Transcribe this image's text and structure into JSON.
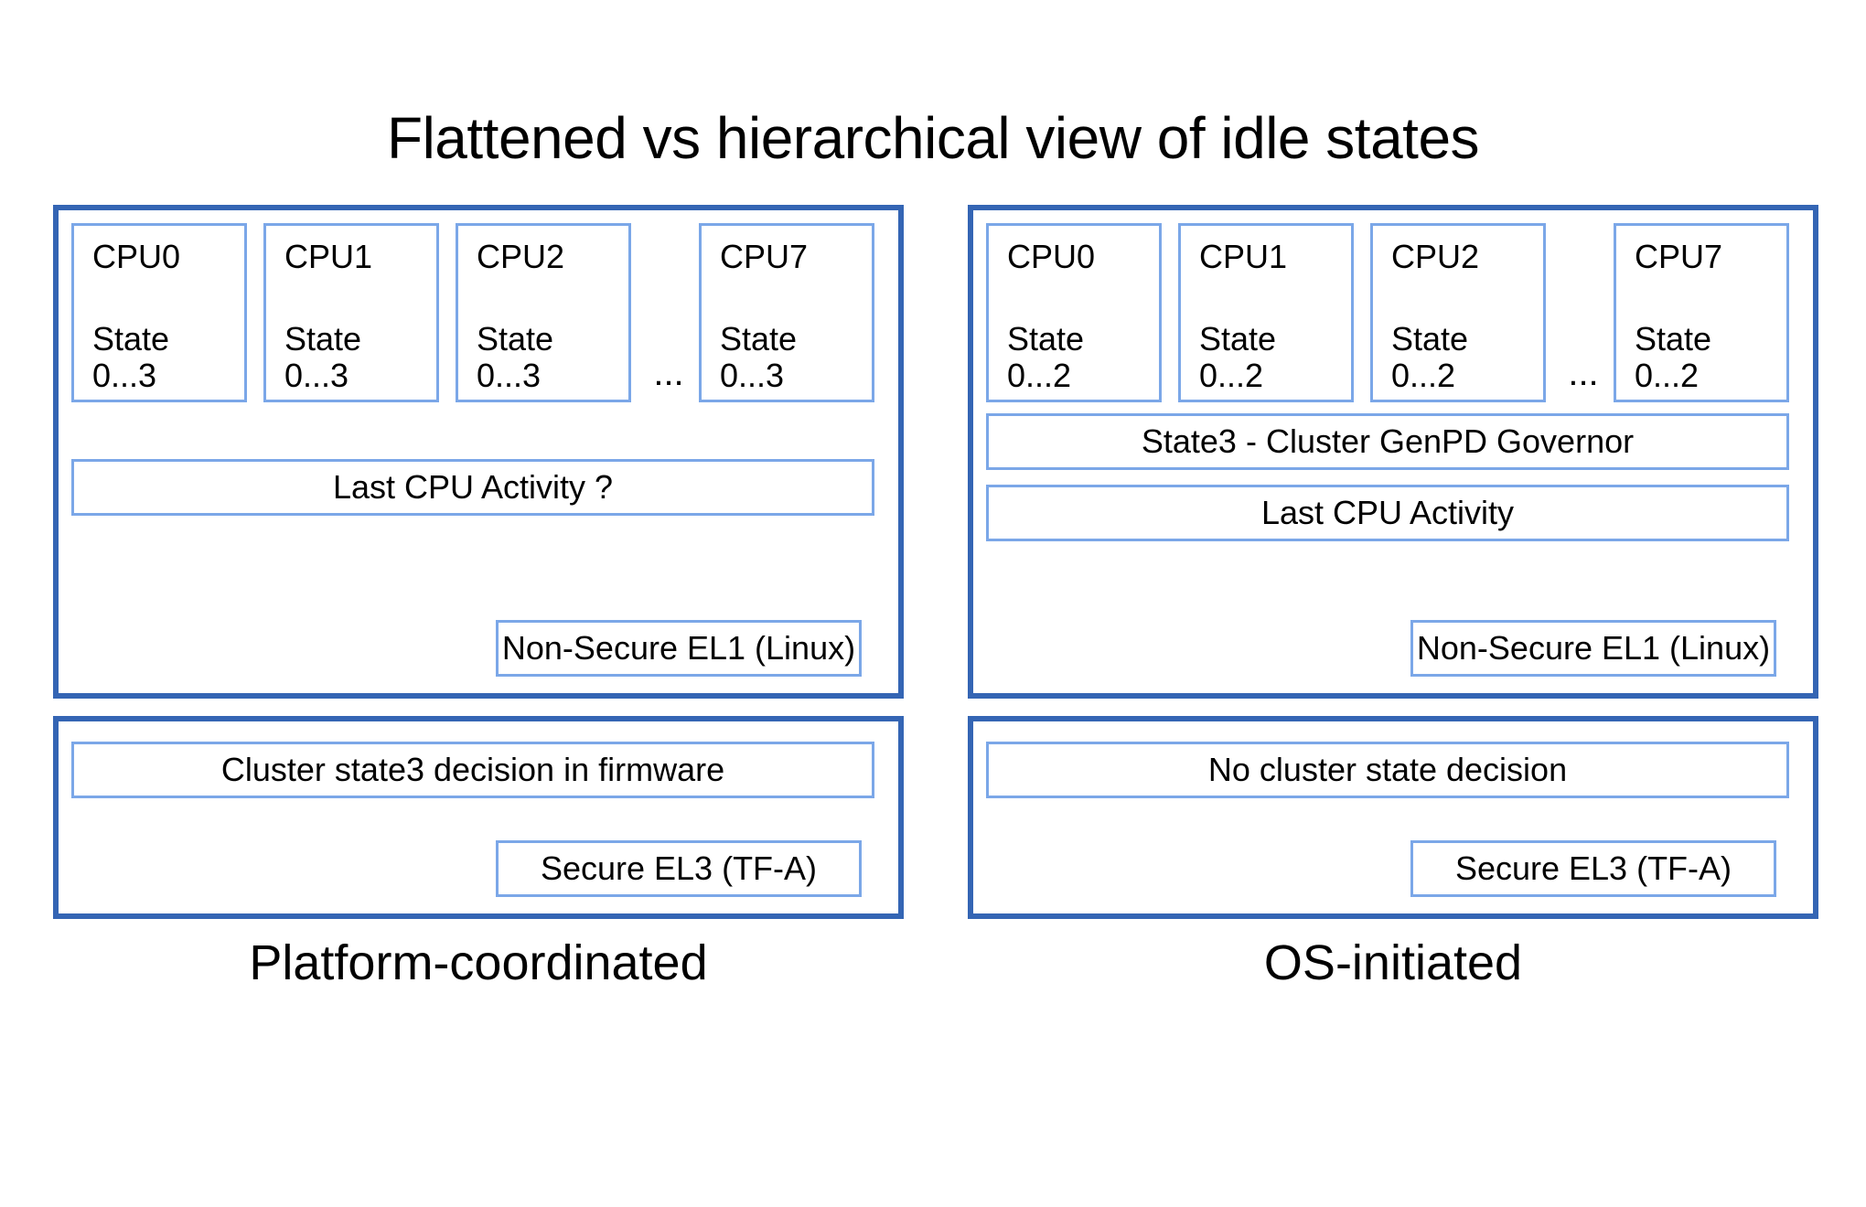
{
  "title": "Flattened vs hierarchical view of idle states",
  "colors": {
    "outer_border": "#3465b4",
    "inner_border": "#7ba7e8",
    "background": "#ffffff",
    "text": "#000000"
  },
  "panels": {
    "left": {
      "caption": "Platform-coordinated",
      "os_panel": {
        "cpus": [
          {
            "name": "CPU0",
            "state_label": "State",
            "state_range": "0...3"
          },
          {
            "name": "CPU1",
            "state_label": "State",
            "state_range": "0...3"
          },
          {
            "name": "CPU2",
            "state_label": "State",
            "state_range": "0...3"
          },
          {
            "name": "CPU7",
            "state_label": "State",
            "state_range": "0...3"
          }
        ],
        "ellipsis": "...",
        "bars": [
          {
            "label": "Last CPU Activity ?"
          }
        ],
        "exception_level": "Non-Secure EL1 (Linux)"
      },
      "fw_panel": {
        "decision": "Cluster state3 decision in firmware",
        "exception_level": "Secure EL3 (TF-A)"
      }
    },
    "right": {
      "caption": "OS-initiated",
      "os_panel": {
        "cpus": [
          {
            "name": "CPU0",
            "state_label": "State",
            "state_range": "0...2"
          },
          {
            "name": "CPU1",
            "state_label": "State",
            "state_range": "0...2"
          },
          {
            "name": "CPU2",
            "state_label": "State",
            "state_range": "0...2"
          },
          {
            "name": "CPU7",
            "state_label": "State",
            "state_range": "0...2"
          }
        ],
        "ellipsis": "...",
        "bars": [
          {
            "label": "State3 - Cluster GenPD Governor"
          },
          {
            "label": "Last CPU Activity"
          }
        ],
        "exception_level": "Non-Secure EL1 (Linux)"
      },
      "fw_panel": {
        "decision": "No cluster state decision",
        "exception_level": "Secure EL3 (TF-A)"
      }
    }
  }
}
